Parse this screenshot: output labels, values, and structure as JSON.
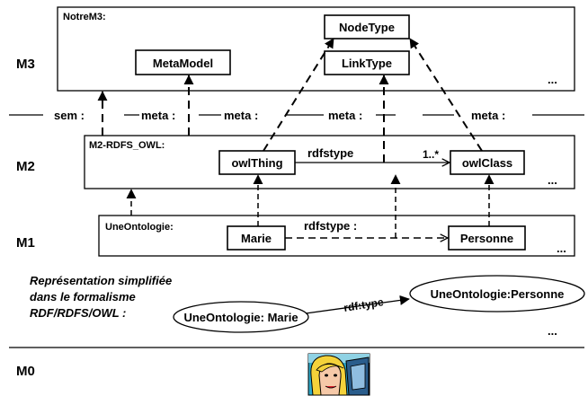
{
  "levels": {
    "m3": "M3",
    "m2": "M2",
    "m1": "M1",
    "m0": "M0"
  },
  "m3": {
    "container": "NotreM3:",
    "metamodel": "MetaModel",
    "nodetype": "NodeType",
    "linktype": "LinkType",
    "ellipsis": "..."
  },
  "separator": {
    "sem": "sem :",
    "meta1": "meta :",
    "meta2": "meta :",
    "meta3": "meta :",
    "meta4": "meta :"
  },
  "m2": {
    "container": "M2-RDFS_OWL:",
    "owlthing": "owlThing",
    "owlclass": "owlClass",
    "link": "rdfstype",
    "multiplicity": "1..*",
    "ellipsis": "..."
  },
  "m1": {
    "container": "UneOntologie:",
    "marie": "Marie",
    "personne": "Personne",
    "link": "rdfstype :",
    "ellipsis": "..."
  },
  "simplified": {
    "caption_line1": "Représentation simplifiée",
    "caption_line2": "dans le formalisme",
    "caption_line3": "RDF/RDFS/OWL :",
    "marie": "UneOntologie: Marie",
    "personne": "UneOntologie:Personne",
    "link": "rdf:type",
    "ellipsis": "..."
  },
  "m0": {
    "image": "woman-at-computer-clipart"
  }
}
